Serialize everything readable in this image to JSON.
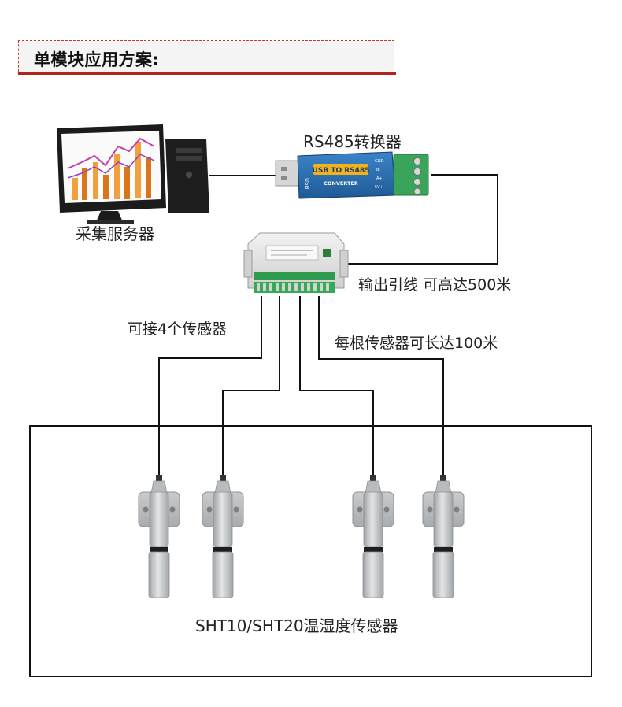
{
  "header": {
    "title": "单模块应用方案:"
  },
  "labels": {
    "converter": "RS485转换器",
    "server": "采集服务器",
    "output_line": "输出引线 可高达500米",
    "connect_sensors": "可接4个传感器",
    "sensor_length": "每根传感器可长达100米",
    "sensor_type": "SHT10/SHT20温湿度传感器"
  },
  "converter_device": {
    "face_text": "USB TO RS485",
    "sub_text": "CONVERTER",
    "usb_text": "USB",
    "pins": [
      "GND",
      "B-",
      "A+",
      "5V+"
    ]
  },
  "colors": {
    "accent": "#b5241c",
    "converter_blue": "#2d6fb0",
    "terminal_green": "#3aa55a"
  }
}
